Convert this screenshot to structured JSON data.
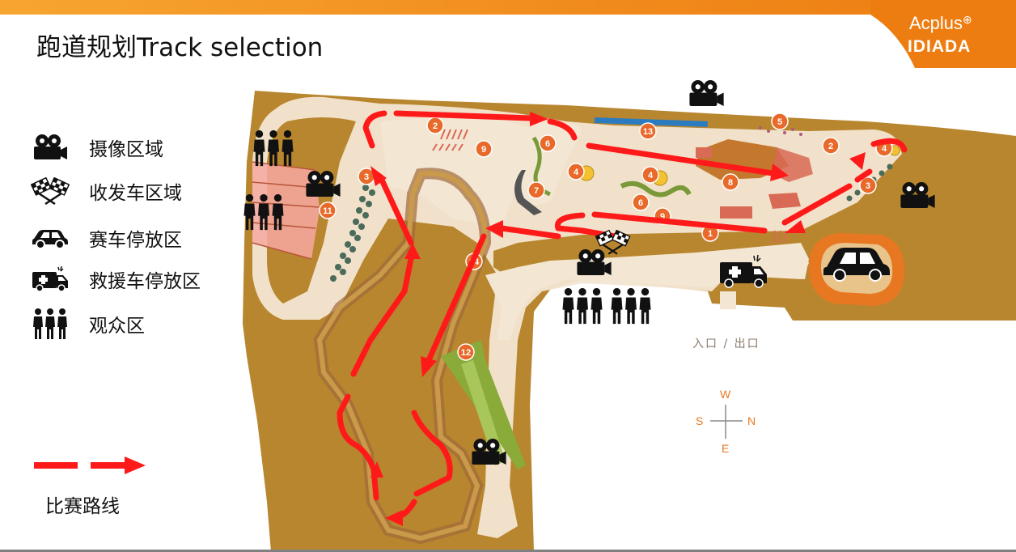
{
  "title": "跑道规划Track selection",
  "logo": {
    "top": "Acplus",
    "bottom": "IDIADA",
    "plus_symbol": "⊕"
  },
  "legend": [
    {
      "icon": "camera-icon",
      "label": "摄像区域"
    },
    {
      "icon": "checkered-flags-icon",
      "label": "收发车区域"
    },
    {
      "icon": "car-icon",
      "label": "赛车停放区"
    },
    {
      "icon": "ambulance-icon",
      "label": "救援车停放区"
    },
    {
      "icon": "spectators-icon",
      "label": "观众区"
    }
  ],
  "route_legend": {
    "icon": "red-dashed-arrow-icon",
    "label": "比赛路线"
  },
  "map": {
    "entry_label": "入口 / 出口",
    "compass": {
      "top": "W",
      "left": "S",
      "right": "N",
      "bottom": "E"
    },
    "markers": [
      "2",
      "9",
      "3",
      "11",
      "6",
      "4",
      "7",
      "13",
      "4",
      "6",
      "9",
      "8",
      "5",
      "2",
      "4",
      "3",
      "1",
      "14",
      "12"
    ]
  },
  "colors": {
    "accent": "#f08a1c",
    "terrain": "#b8862e",
    "track": "#f3e6d3",
    "route": "#ff1a1a",
    "marker": "#e8692a"
  }
}
